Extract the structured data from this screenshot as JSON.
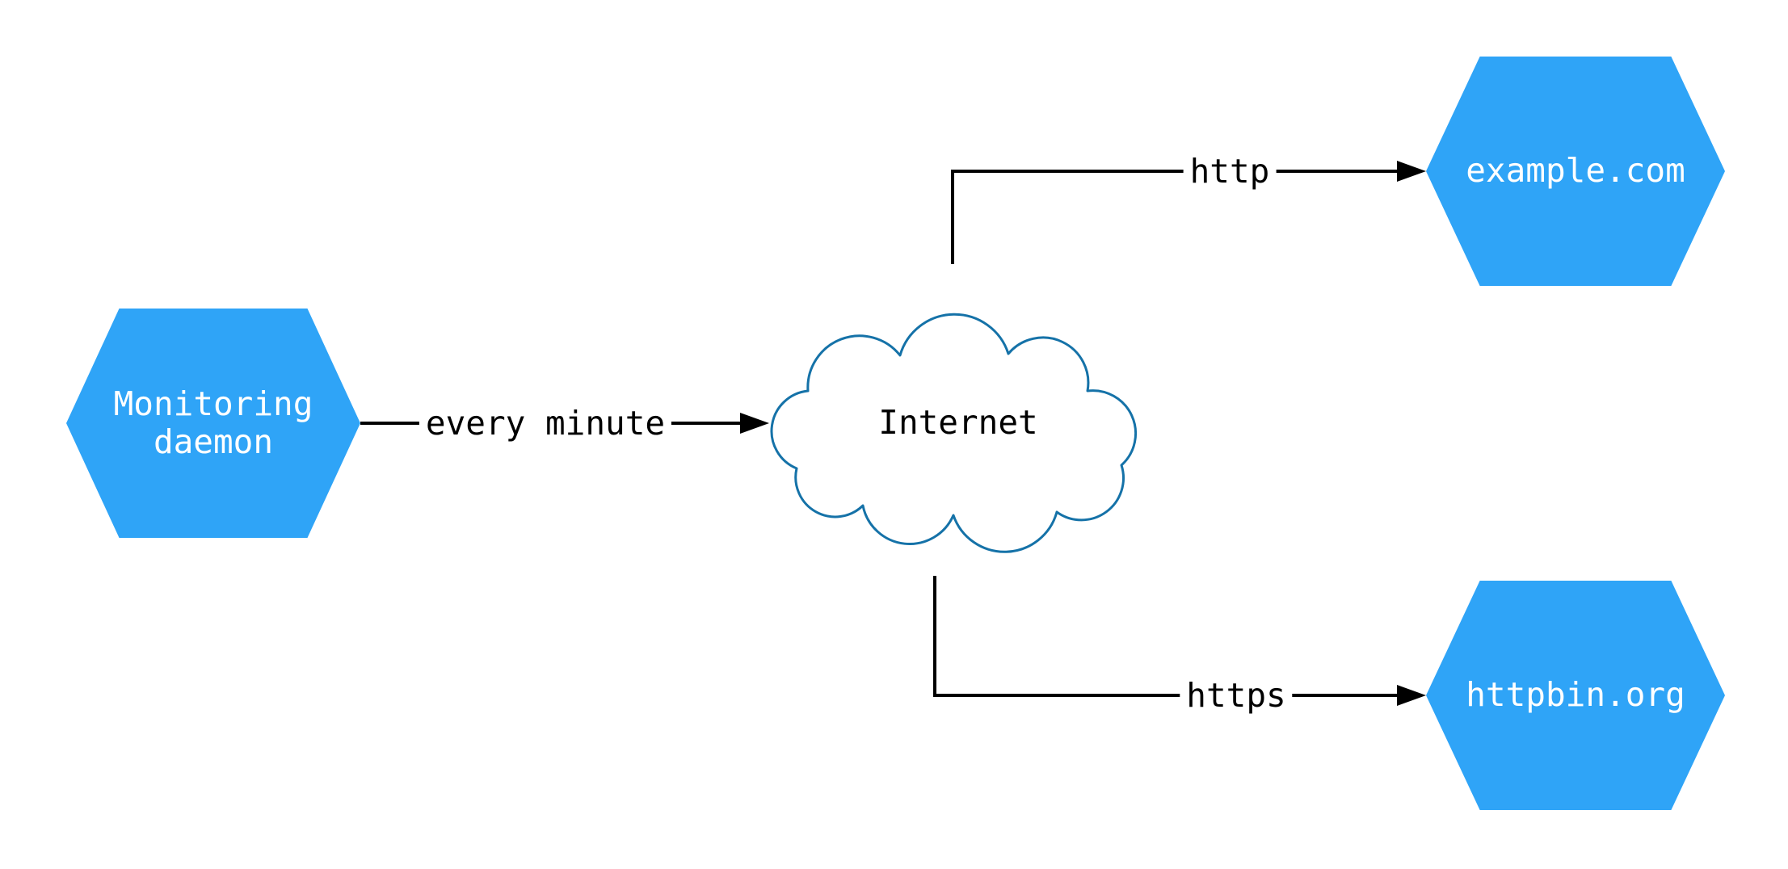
{
  "diagram": {
    "type": "network-monitoring-flow",
    "nodes": {
      "monitoring": {
        "label": "Monitoring daemon",
        "shape": "hexagon",
        "fill": "#2fa4f7",
        "text_color": "#ffffff"
      },
      "internet": {
        "label": "Internet",
        "shape": "cloud",
        "stroke": "#1572a8",
        "fill": "#ffffff",
        "text_color": "#000000"
      },
      "example": {
        "label": "example.com",
        "shape": "hexagon",
        "fill": "#2fa4f7",
        "text_color": "#ffffff"
      },
      "httpbin": {
        "label": "httpbin.org",
        "shape": "hexagon",
        "fill": "#2fa4f7",
        "text_color": "#ffffff"
      }
    },
    "edges": {
      "every_minute": {
        "from": "monitoring",
        "to": "internet",
        "label": "every minute",
        "arrow": "filled-triangle"
      },
      "http": {
        "from": "internet",
        "to": "example",
        "label": "http",
        "arrow": "filled-triangle"
      },
      "https": {
        "from": "internet",
        "to": "httpbin",
        "label": "https",
        "arrow": "filled-triangle"
      }
    },
    "colors": {
      "background": "#ffffff",
      "edge": "#000000",
      "node_fill": "#2fa4f7",
      "cloud_stroke": "#1572a8"
    }
  }
}
